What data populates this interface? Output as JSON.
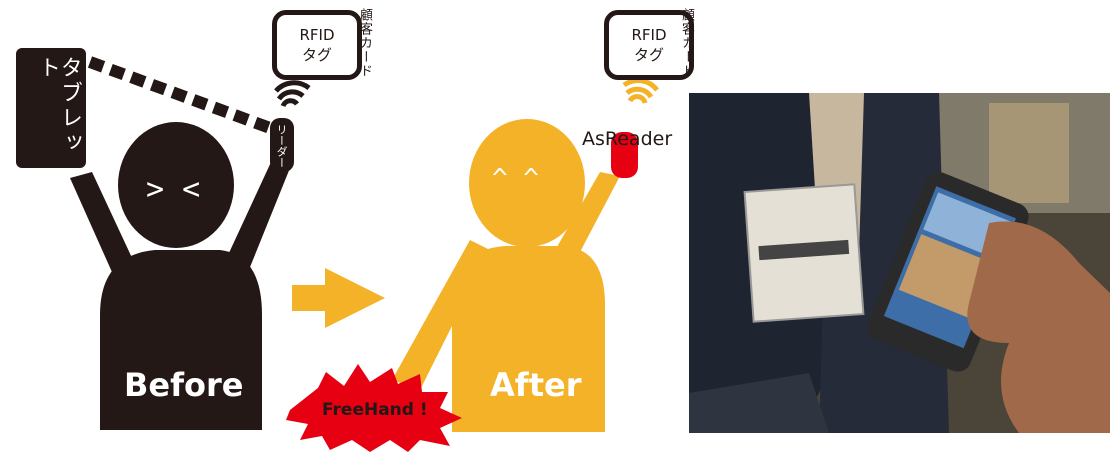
{
  "tablet_label": "タブレット",
  "reader_label": "リーダー",
  "rfid_before": {
    "line1": "RFID",
    "line2": "タグ",
    "card_label": "顧客カード"
  },
  "rfid_after": {
    "line1": "RFID",
    "line2": "タグ",
    "card_label": "顧客カード"
  },
  "before_face": "> <",
  "after_face": "^ ^",
  "before_label": "Before",
  "after_label": "After",
  "asreader_label": "AsReader",
  "freehand_label": "FreeHand !",
  "colors": {
    "black": "#231815",
    "yellow": "#F4B228",
    "red": "#E60012",
    "photo_bg": "#4a4538"
  }
}
